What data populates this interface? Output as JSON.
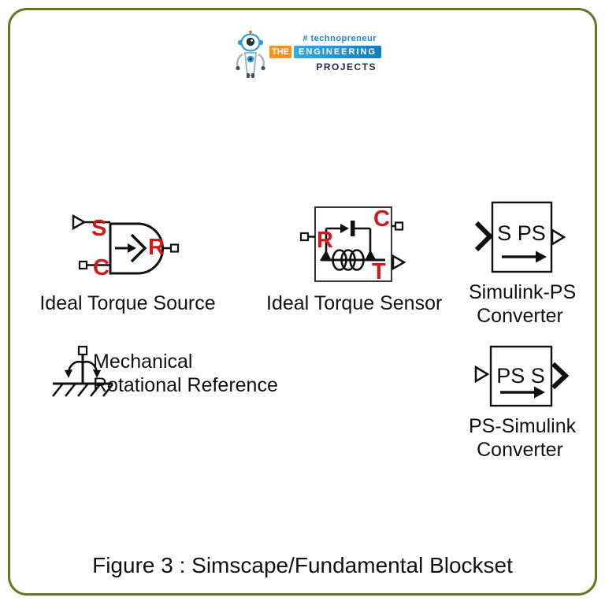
{
  "logo": {
    "tagline": "# technopreneur",
    "brand_the": "THE",
    "brand_engineering": "ENGINEERING",
    "brand_projects": "PROJECTS"
  },
  "blocks": {
    "ideal_torque_source": {
      "label": "Ideal Torque Source",
      "port_s": "S",
      "port_c": "C",
      "port_r": "R"
    },
    "ideal_torque_sensor": {
      "label": "Ideal Torque Sensor",
      "port_r": "R",
      "port_c": "C",
      "port_t": "T"
    },
    "simulink_ps_converter": {
      "inner_label": "S PS",
      "label_line1": "Simulink-PS",
      "label_line2": "Converter"
    },
    "ps_simulink_converter": {
      "inner_label": "PS S",
      "label_line1": "PS-Simulink",
      "label_line2": "Converter"
    },
    "mechanical_rotational_reference": {
      "label_line1": "Mechanical",
      "label_line2": "Rotational Reference"
    }
  },
  "caption": "Figure 3 : Simscape/Fundamental Blockset",
  "colors": {
    "border_green": "#5f7a22",
    "port_label_red": "#cf1b1b",
    "diagram_black": "#111111",
    "logo_orange": "#f6921e",
    "logo_blue": "#36abe0",
    "logo_blue_dark": "#0d7fc0",
    "logo_navy": "#22303e",
    "logo_tagline_blue": "#1789c9"
  }
}
